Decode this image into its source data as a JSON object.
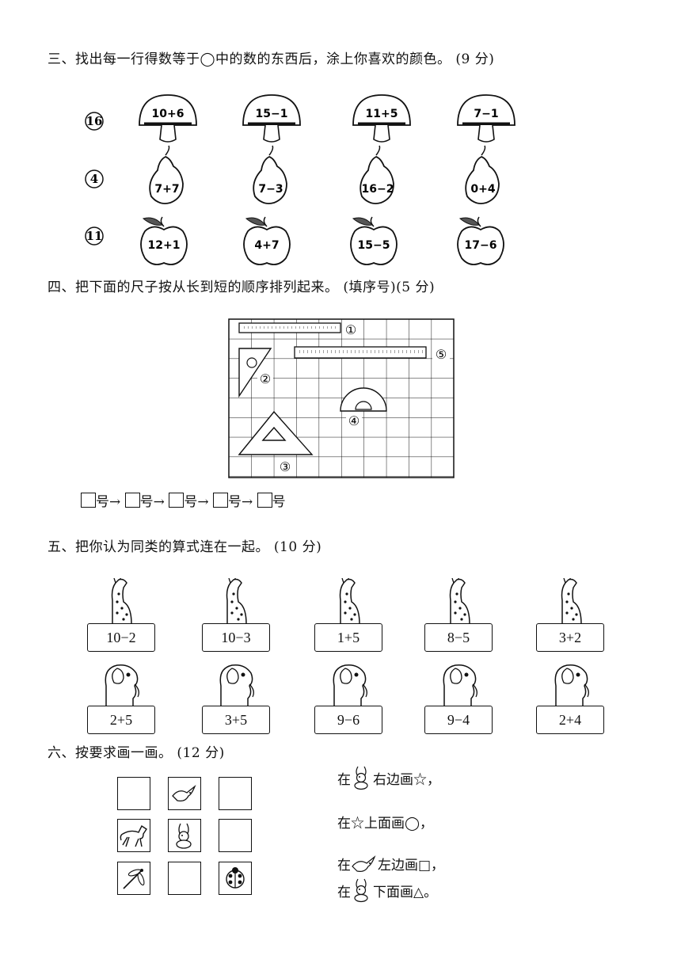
{
  "section3": {
    "heading": "三、找出每一行得数等于◯中的数的东西后，涂上你喜欢的颜色。 (9 分)",
    "rows": [
      {
        "target": "16",
        "shape": "mushroom",
        "items": [
          "10+6",
          "15−1",
          "11+5",
          "7−1"
        ]
      },
      {
        "target": "4",
        "shape": "pear",
        "items": [
          "7+7",
          "7−3",
          "16−2",
          "0+4"
        ]
      },
      {
        "target": "11",
        "shape": "apple",
        "items": [
          "12+1",
          "4+7",
          "15−5",
          "17−6"
        ]
      }
    ]
  },
  "section4": {
    "heading": "四、把下面的尺子按从长到短的顺序排列起来。 (填序号)(5 分)",
    "labels": {
      "r1": "①",
      "r2": "②",
      "r3": "③",
      "r4": "④",
      "r5": "⑤"
    },
    "answer": {
      "unit": "号",
      "arrow": "→"
    }
  },
  "section5": {
    "heading": "五、把你认为同类的算式连在一起。 (10 分)",
    "giraffe_cards": [
      "10−2",
      "10−3",
      "1+5",
      "8−5",
      "3+2"
    ],
    "elephant_cards": [
      "2+5",
      "3+5",
      "9−6",
      "9−4",
      "2+4"
    ]
  },
  "section6": {
    "heading": "六、按要求画一画。 (12 分)",
    "grid": [
      [
        "",
        "bird",
        ""
      ],
      [
        "horse",
        "rabbit",
        ""
      ],
      [
        "dragonfly",
        "",
        "ladybug"
      ]
    ],
    "instructions": [
      {
        "pre": "在",
        "icon": "rabbit",
        "post": "右边画☆，"
      },
      {
        "pre": "在☆上面画◯，",
        "icon": "",
        "post": ""
      },
      {
        "pre": "在",
        "icon": "bird",
        "post": "左边画□，"
      },
      {
        "pre": "在",
        "icon": "rabbit",
        "post": "下面画△。"
      }
    ]
  }
}
